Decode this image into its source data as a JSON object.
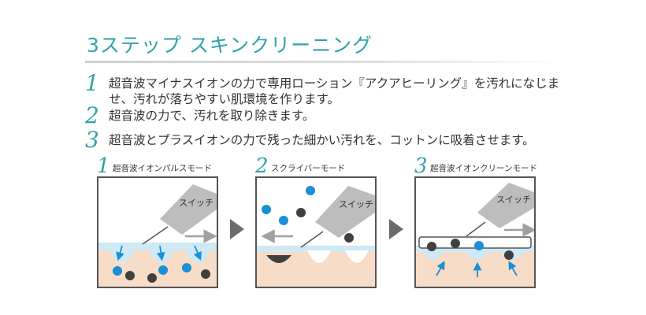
{
  "title": "3ステップ スキンクリーニング",
  "steps": [
    {
      "num": "1",
      "text": "超音波マイナスイオンの力で専用ローション『アクアヒーリング』を汚れになじませ、汚れが落ちやすい肌環境を作ります。"
    },
    {
      "num": "2",
      "text": "超音波の力で、汚れを取り除きます。"
    },
    {
      "num": "3",
      "text": "超音波とプラスイオンの力で残った細かい汚れを、コットンに吸着させます。"
    }
  ],
  "panels": [
    {
      "num": "1",
      "label": "超音波イオンパルスモード",
      "device_label": "スイッチ"
    },
    {
      "num": "2",
      "label": "スクライバーモード",
      "device_label": "スイッチ"
    },
    {
      "num": "3",
      "label": "超音波イオンクリーンモード",
      "device_label": "スイッチ"
    }
  ],
  "colors": {
    "teal": "#2fa3a8",
    "skin": "#f7dcc7",
    "lotion": "#cfe9f5",
    "particle_blue": "#1a8fd6",
    "particle_dark": "#404040",
    "device": "#bdbdbd",
    "border": "#555555"
  },
  "icons": {
    "between_panels": "play-triangle-icon",
    "motion": "arrow-icon"
  }
}
